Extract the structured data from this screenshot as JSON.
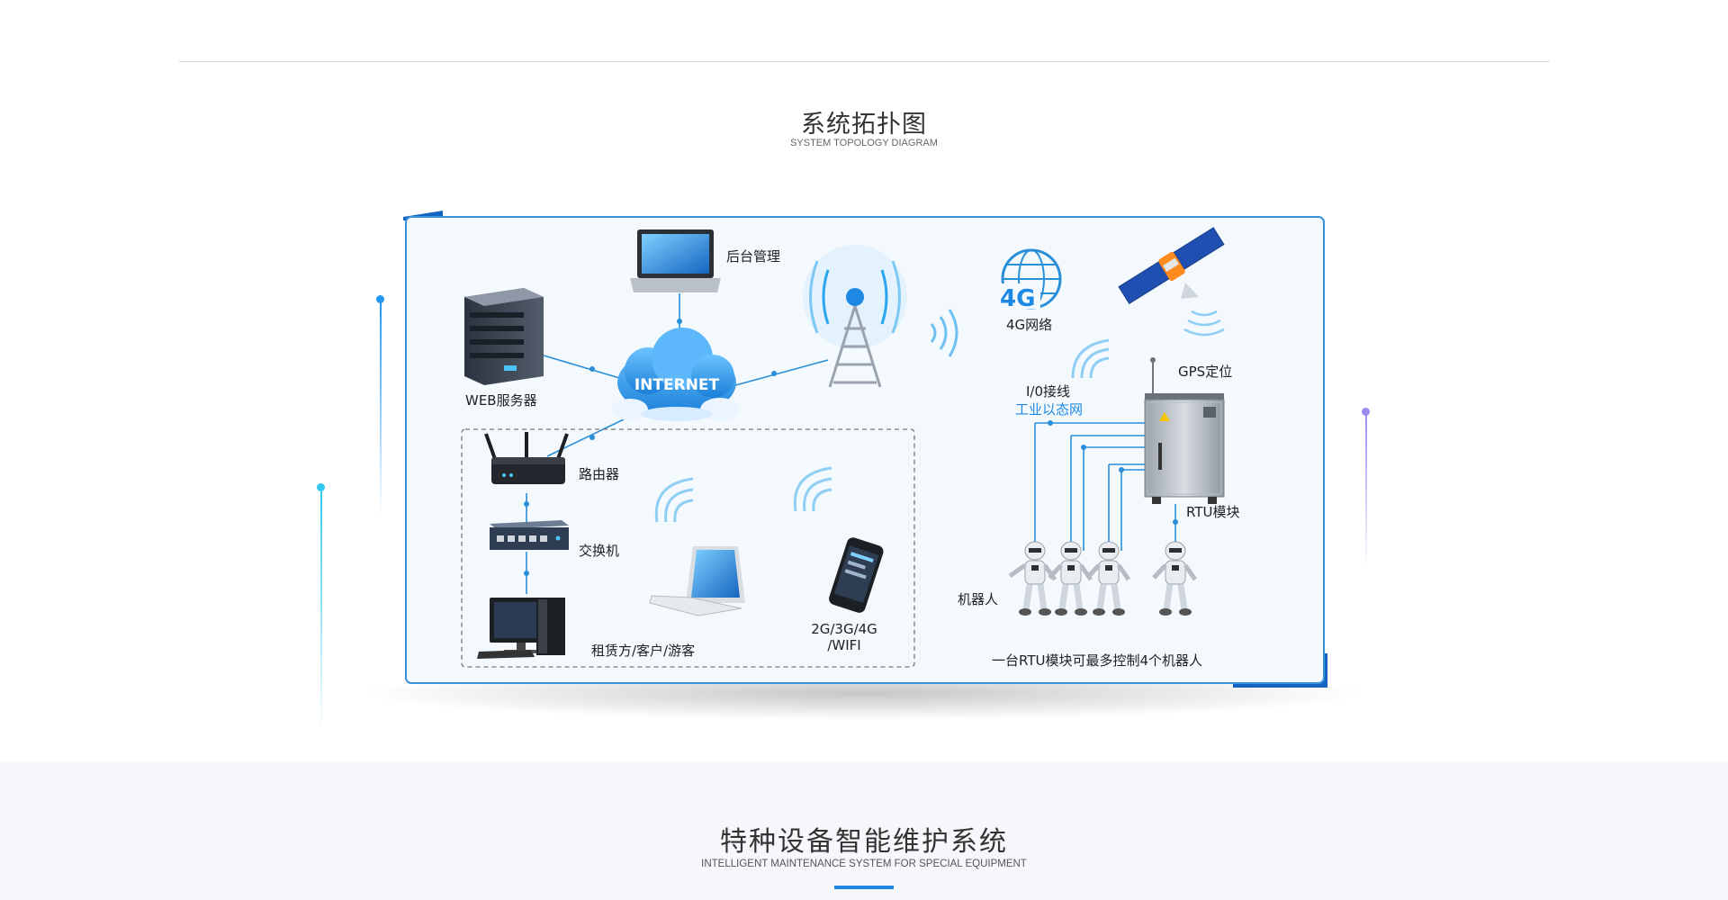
{
  "section_topology": {
    "title": "系统拓扑图",
    "subtitle": "SYSTEM TOPOLOGY DIAGRAM"
  },
  "diagram": {
    "labels": {
      "backend": "后台管理",
      "web_server": "WEB服务器",
      "internet": "INTERNET",
      "network_4g_badge": "4G",
      "network_4g": "4G网络",
      "gps": "GPS定位",
      "io_wiring": "I/0接线",
      "industrial_ethernet": "工业以态网",
      "rtu_module": "RTU模块",
      "robot": "机器人",
      "router": "路由器",
      "switch": "交换机",
      "tenants": "租赁方/客户/游客",
      "mobile_net_line1": "2G/3G/4G",
      "mobile_net_line2": "/WIFI",
      "rtu_caption": "一台RTU模块可最多控制4个机器人"
    },
    "colors": {
      "line_blue": "#2a8fd8",
      "accent_blue": "#1e88e5",
      "panel_border": "#3a8fd9",
      "panel_fill": "#f4f9fd"
    }
  },
  "section_maintenance": {
    "title": "特种设备智能维护系统",
    "subtitle": "INTELLIGENT MAINTENANCE SYSTEM FOR SPECIAL EQUIPMENT"
  }
}
